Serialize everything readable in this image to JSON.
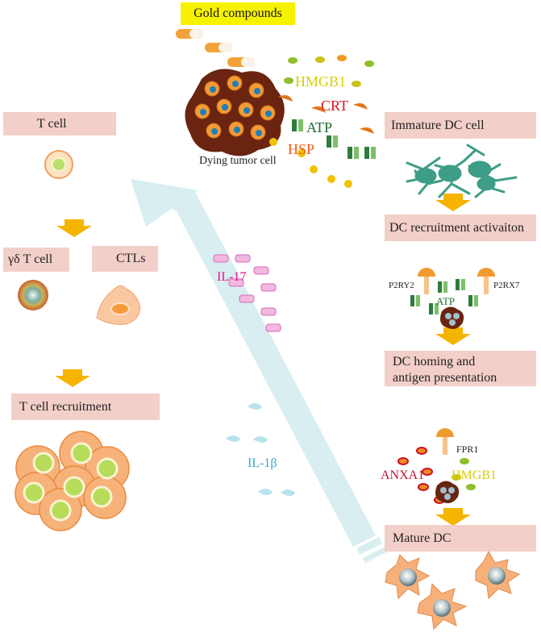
{
  "top": {
    "gold_compounds": "Gold compounds",
    "dying_tumor_cell": "Dying tumor cell"
  },
  "damp_labels": {
    "hmgb1": "HMGB1",
    "crt": "CRT",
    "atp": "ATP",
    "hsp": "HSP"
  },
  "left_column": {
    "t_cell": "T cell",
    "gd_t_cell": "γδ T cell",
    "ctls": "CTLs",
    "t_cell_recruitment": "T cell recruitment"
  },
  "cytokines": {
    "il17": "IL-17",
    "il1b": "IL-1β"
  },
  "right_column": {
    "immature_dc": "Immature DC cell",
    "dc_recruitment": "DC recruitment activaiton",
    "p2ry2": "P2RY2",
    "p2rx7": "P2RX7",
    "atp": "ATP",
    "dc_homing_line1": "DC homing and",
    "dc_homing_line2": "antigen presentation",
    "fpr1": "FPR1",
    "anxa1": "ANXA1",
    "hmgb1": "HMGB1",
    "mature_dc": "Mature DC"
  },
  "colors": {
    "box_pink": "#f3cfc9",
    "gold_yellow": "#f7f200",
    "arrow_orange": "#f5b400",
    "big_arrow": "#d8eef0",
    "il17_pink": "#e0148c",
    "il1b_blue": "#3aa6c8",
    "hmgb1_yellow": "#d8d000",
    "crt_red": "#e0101c",
    "atp_green": "#1f6b2e",
    "hsp_orange": "#f05a14",
    "anxa1_red": "#c8102e"
  }
}
